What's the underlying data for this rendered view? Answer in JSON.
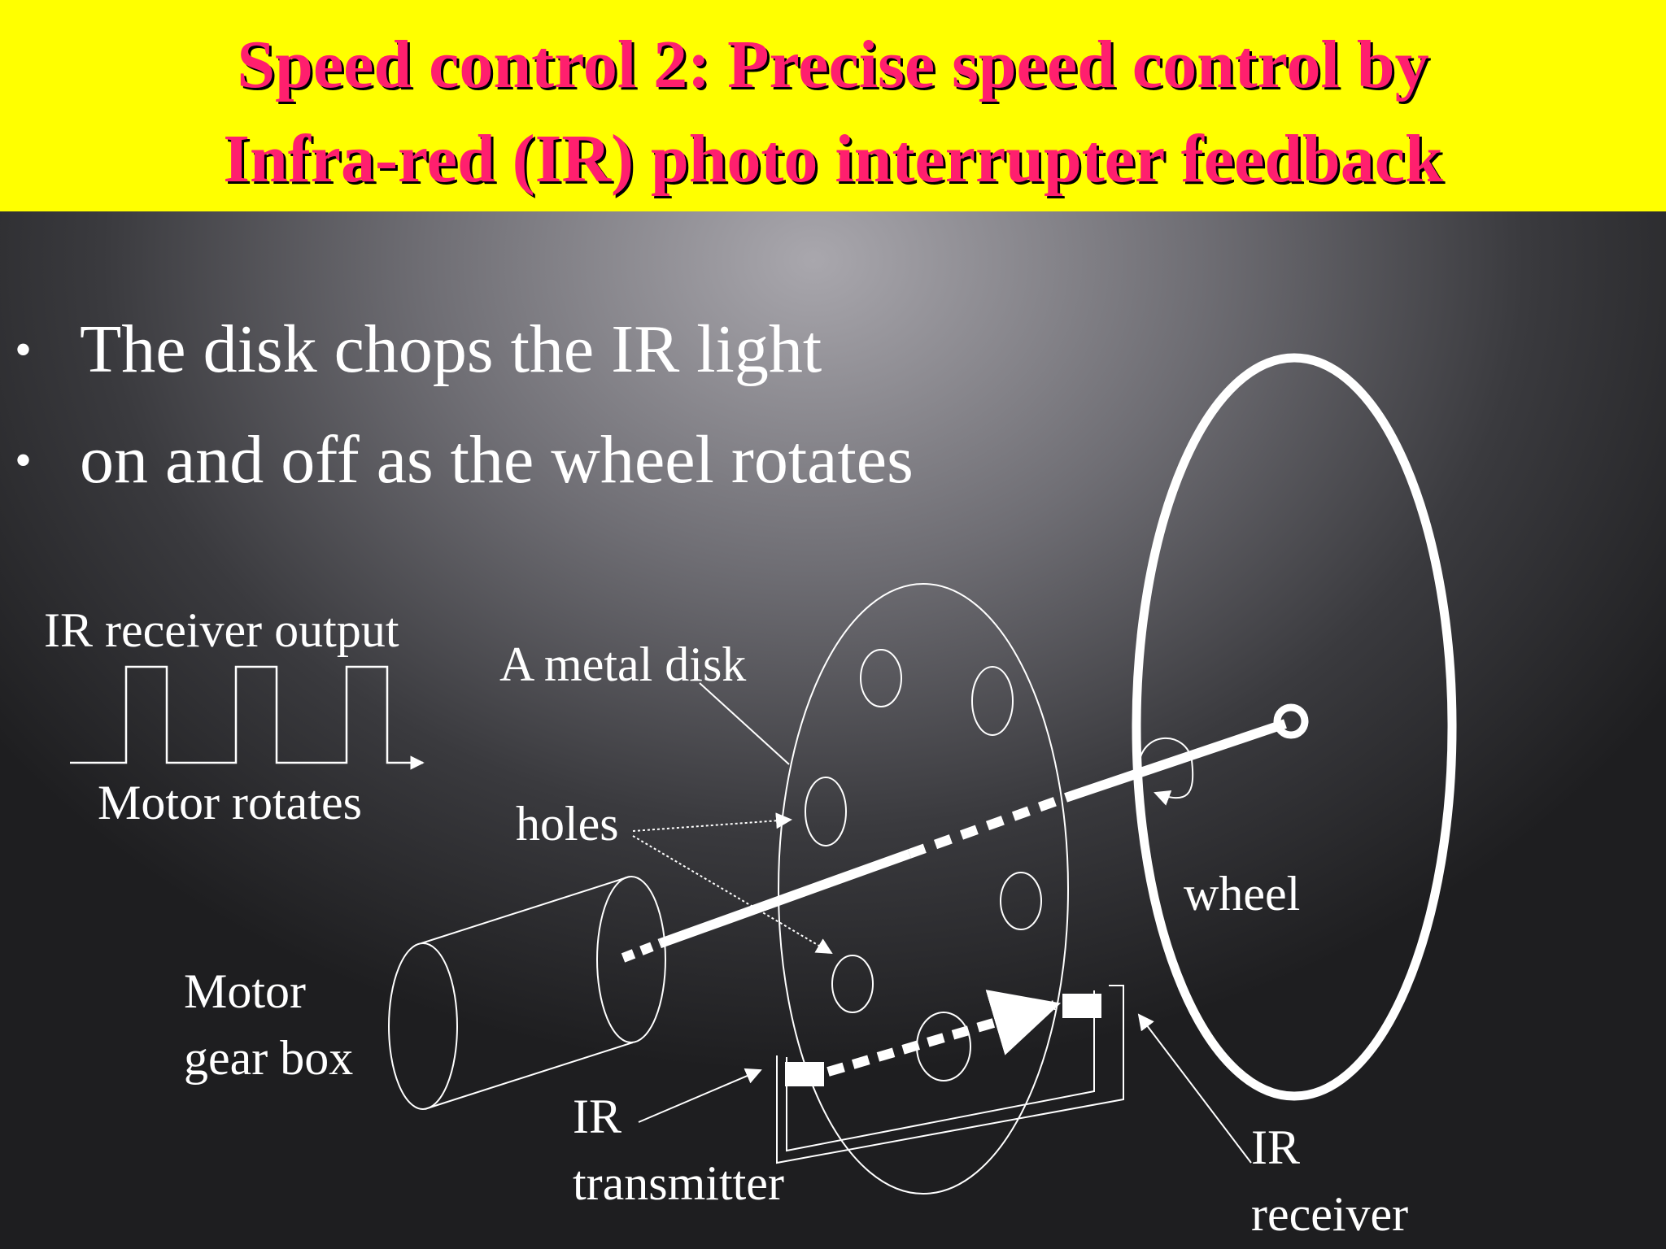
{
  "title": {
    "line1": "Speed control 2: Precise speed control by",
    "line2": "Infra-red (IR) photo interrupter feedback"
  },
  "bullets": [
    "The disk chops the IR light",
    "on and off as the wheel rotates"
  ],
  "diagram": {
    "ir_output_label": "IR receiver output",
    "motor_rotates_label": "Motor rotates",
    "metal_disk_label": "A metal disk",
    "holes_label": "holes",
    "wheel_label": "wheel",
    "motor_label_line1": "Motor",
    "motor_label_line2": "gear box",
    "ir_transmitter_line1": "IR",
    "ir_transmitter_line2": "transmitter",
    "ir_receiver_line1": "IR",
    "ir_receiver_line2": "receiver"
  },
  "colors": {
    "title_background": "#ffff00",
    "title_text": "#ff1f6e",
    "diagram_stroke": "#ffffff"
  }
}
